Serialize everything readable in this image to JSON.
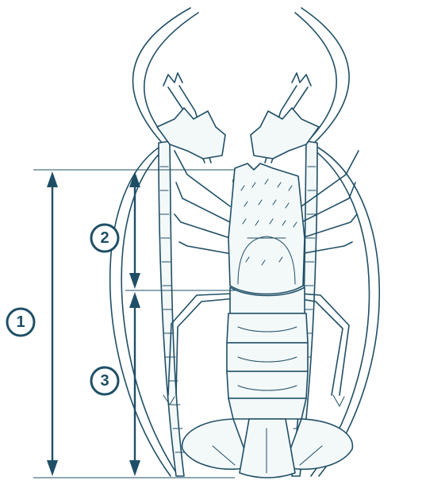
{
  "figure": {
    "measurements": [
      {
        "label": "1"
      },
      {
        "label": "2"
      },
      {
        "label": "3"
      }
    ]
  },
  "colors": {
    "ink": "#1f4f66",
    "background": "#ffffff"
  }
}
